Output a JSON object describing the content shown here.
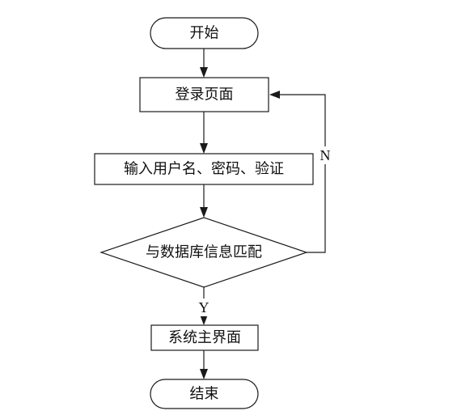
{
  "nodes": {
    "start": "开始",
    "login": "登录页面",
    "input": "输入用户名、密码、验证",
    "match": "与数据库信息匹配",
    "main": "系统主界面",
    "end": "结束"
  },
  "edges": {
    "no_label": "N",
    "yes_label": "Y"
  }
}
